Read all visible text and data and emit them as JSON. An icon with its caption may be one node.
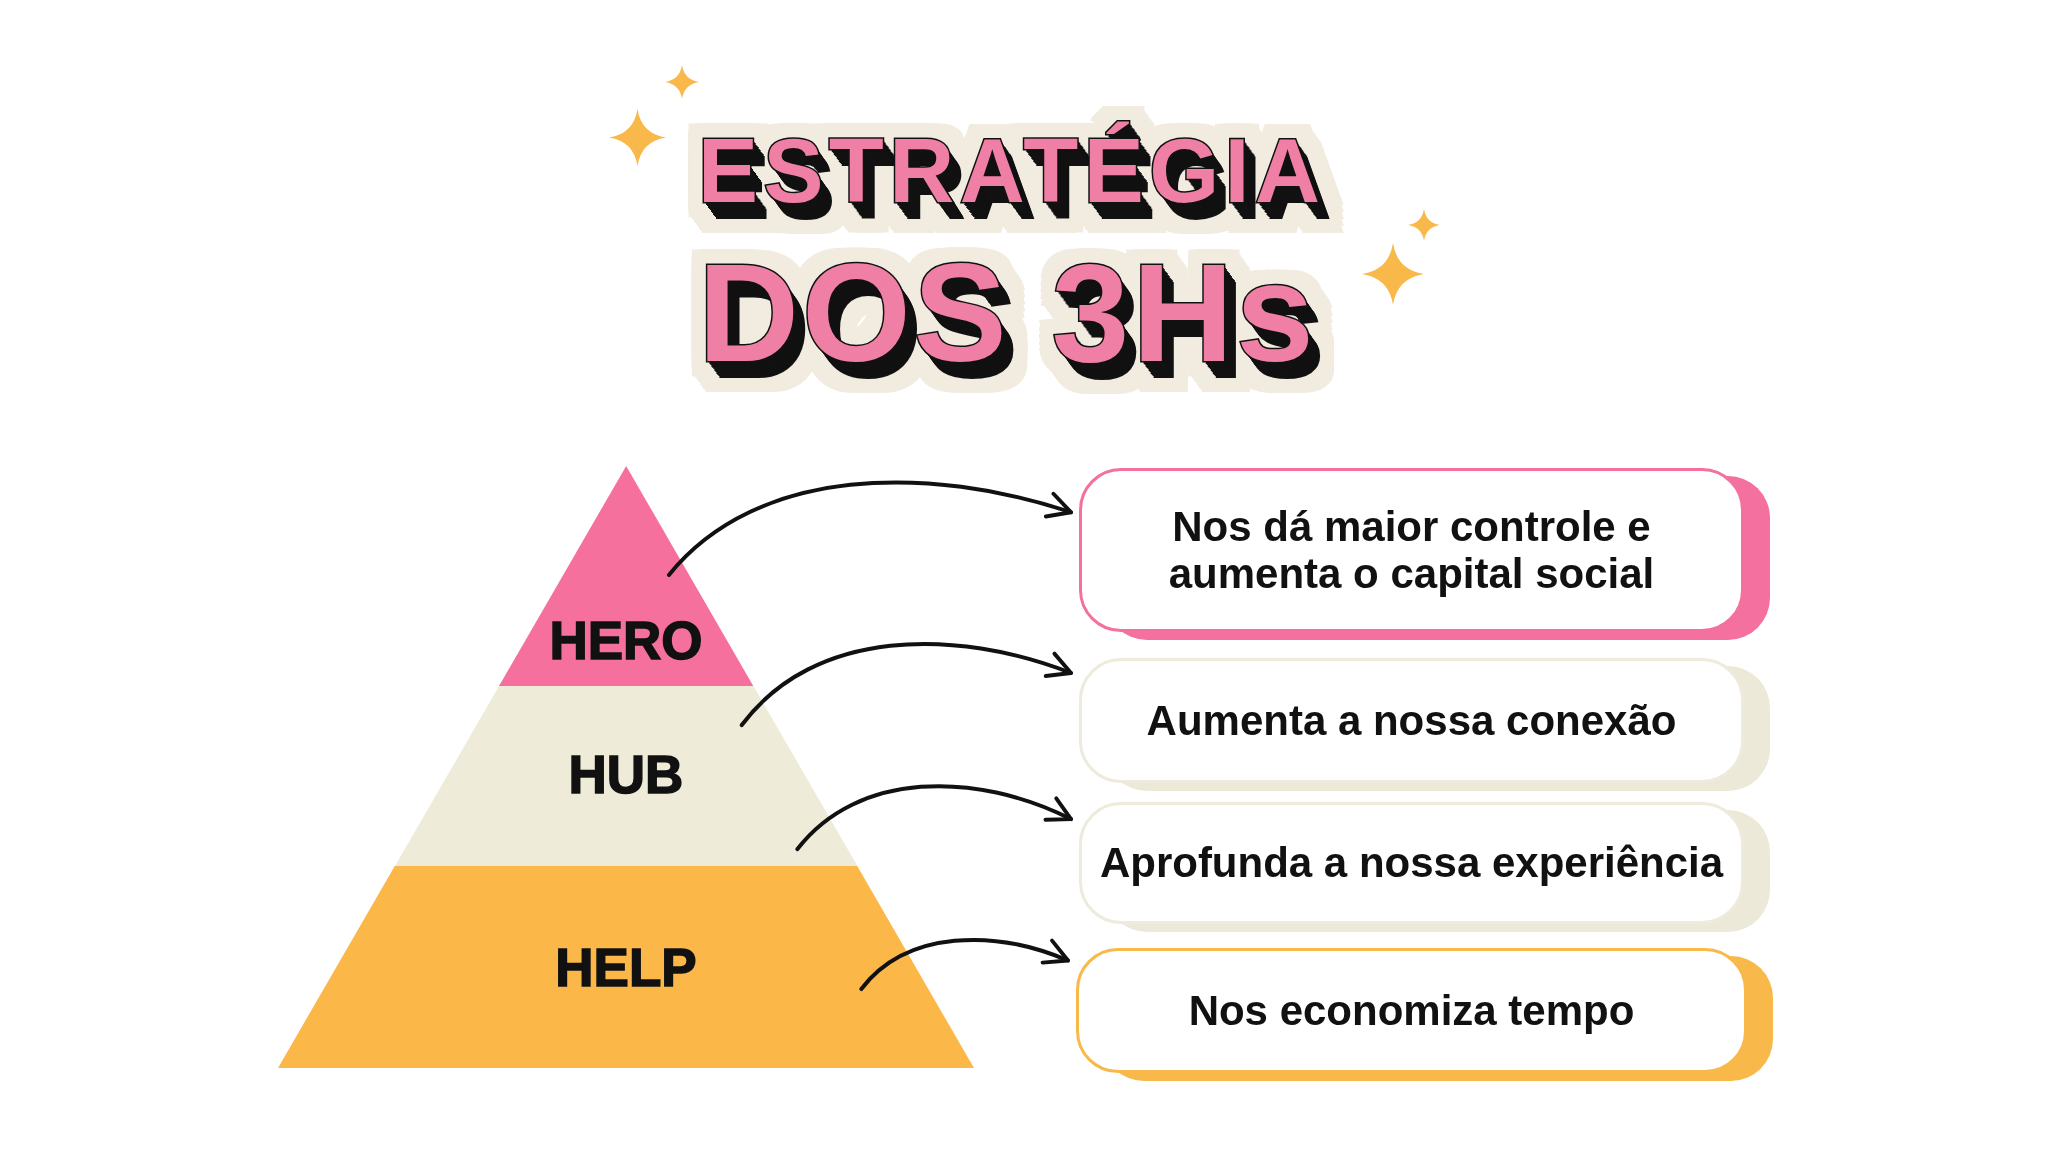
{
  "diagram": {
    "title": "ESTRATÉGIA DOS 3Hs",
    "nodes": [
      {
        "text": [
          "HERO"
        ]
      },
      {
        "text": [
          "HUB"
        ]
      },
      {
        "text": [
          "HELP"
        ]
      },
      {
        "text": [
          "Nos dá maior controle e aumenta o capital social"
        ]
      },
      {
        "text": [
          "Aumenta a nossa conexão"
        ]
      },
      {
        "text": [
          "Aprofunda a nossa experiência"
        ]
      },
      {
        "text": [
          "Nos economiza tempo"
        ]
      }
    ],
    "edges": [
      {
        "from": 0,
        "to": 3,
        "arrow": "to"
      },
      {
        "from": 1,
        "to": 4,
        "arrow": "to"
      },
      {
        "from": 1,
        "to": 5,
        "arrow": "to"
      },
      {
        "from": 2,
        "to": 6,
        "arrow": "to"
      }
    ]
  }
}
